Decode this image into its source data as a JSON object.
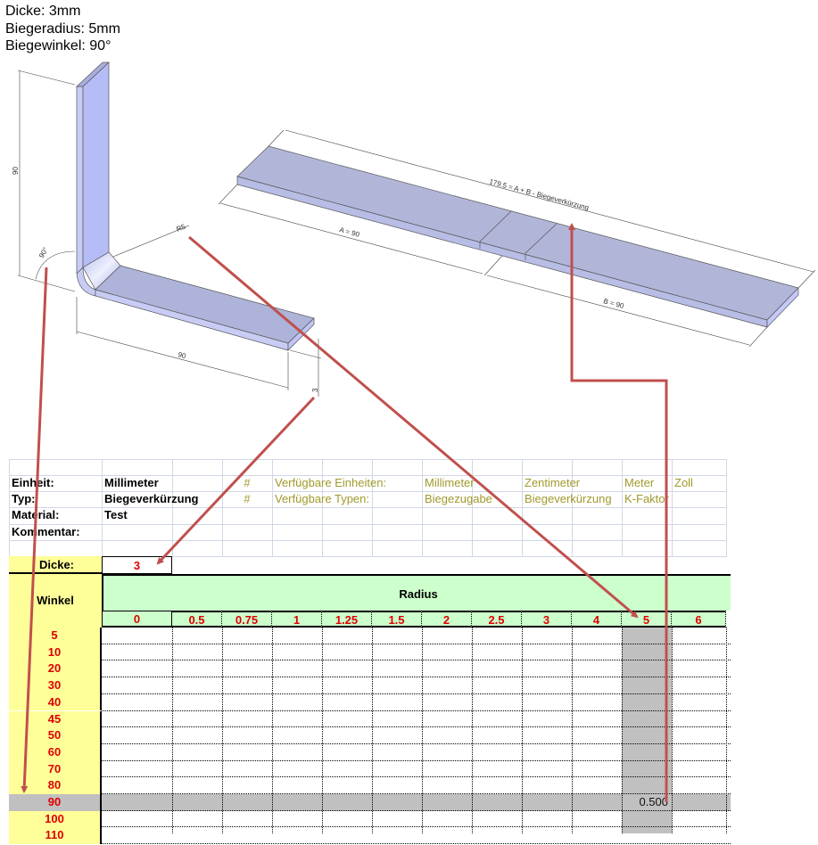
{
  "specs": {
    "thickness": "Dicke: 3mm",
    "radius": "Biegeradius: 5mm",
    "angle": "Biegewinkel: 90°"
  },
  "drawing": {
    "bent_part": {
      "height_dim": "90",
      "length_dim": "90",
      "thickness_dim": "3",
      "radius_dim": "R5",
      "angle_dim": "90°"
    },
    "flat_part": {
      "total_dim": "179.5 = A + B - Biegeverkürzung",
      "a_dim": "A = 90",
      "b_dim": "B = 90"
    },
    "arrow_color": "#c0504d"
  },
  "sheet": {
    "info": [
      {
        "label": "Einheit:",
        "value": "Millimeter",
        "hash": "#",
        "avail_label": "Verfügbare Einheiten:",
        "options": [
          "Millimeter",
          "Zentimeter",
          "Meter",
          "Zoll"
        ]
      },
      {
        "label": "Typ:",
        "value": "Biegeverkürzung",
        "hash": "#",
        "avail_label": "Verfügbare Typen:",
        "options": [
          "Biegezugabe",
          "Biegeverkürzung",
          "K-Faktor"
        ]
      },
      {
        "label": "Material:",
        "value": "Test"
      },
      {
        "label": "Kommentar:",
        "value": ""
      }
    ],
    "thickness_label": "Dicke:",
    "thickness_value": "3",
    "angle_header": "Winkel",
    "radius_header": "Radius",
    "radii": [
      "0",
      "0.5",
      "0.75",
      "1",
      "1.25",
      "1.5",
      "2",
      "2.5",
      "3",
      "4",
      "5",
      "6"
    ],
    "angles": [
      "5",
      "10",
      "20",
      "30",
      "40",
      "45",
      "50",
      "60",
      "70",
      "80",
      "90",
      "100",
      "110"
    ],
    "highlight": {
      "angle": "90",
      "radius": "5",
      "value": "0.500"
    },
    "colors": {
      "yellow": "#ffff99",
      "green": "#ccffcc",
      "highlight": "#c0c0c0",
      "red_text": "#dd0000",
      "olive_text": "#a09a2c"
    }
  }
}
